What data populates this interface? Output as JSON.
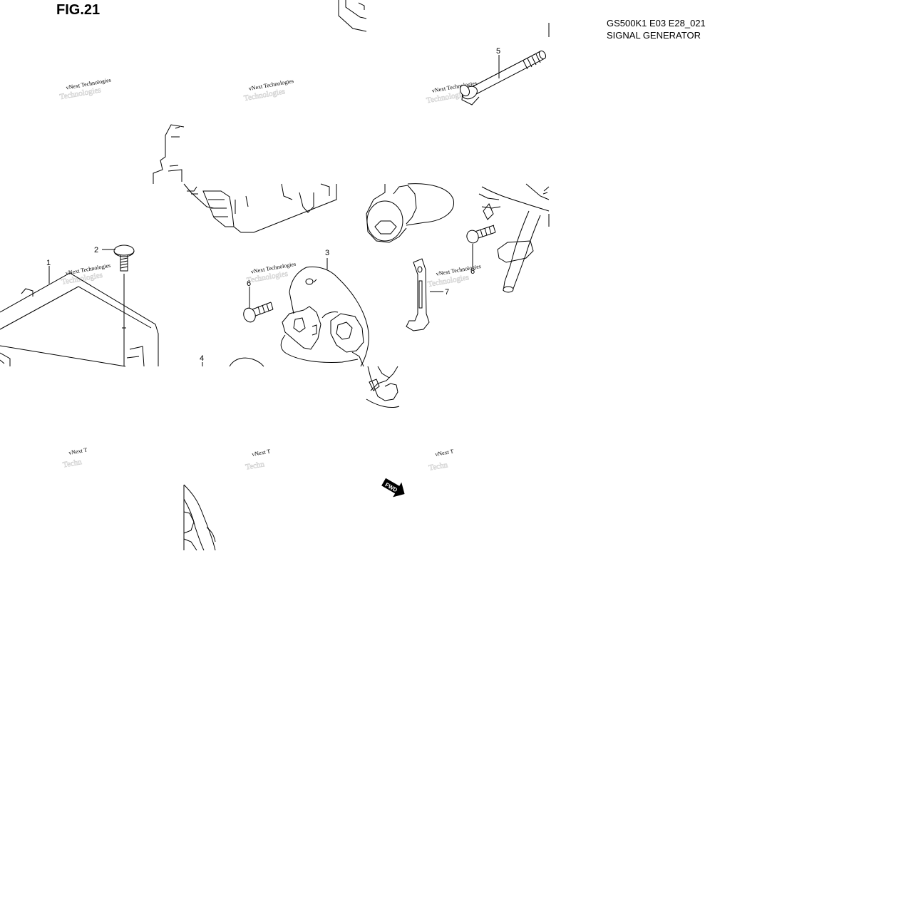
{
  "figure": {
    "title": "FIG.21"
  },
  "header": {
    "code": "GS500K1 E03 E28_021",
    "name": "SIGNAL GENERATOR"
  },
  "callouts": [
    "1",
    "2",
    "3",
    "4",
    "5",
    "6",
    "6",
    "7"
  ],
  "watermark": {
    "line1": "vNext Technologies",
    "line2": "Technologies",
    "cut1": "vNext T",
    "cut2": "Techn"
  },
  "fwd_label": "FWD"
}
